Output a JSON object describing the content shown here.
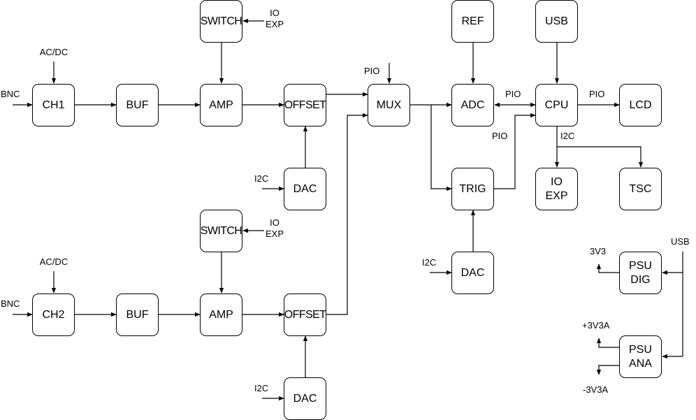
{
  "blocks": {
    "switch1": "SWITCH",
    "switch2": "SWITCH",
    "ch1": "CH1",
    "ch2": "CH2",
    "buf1": "BUF",
    "buf2": "BUF",
    "amp1": "AMP",
    "amp2": "AMP",
    "offset1": "OFFSET",
    "offset2": "OFFSET",
    "dac1": "DAC",
    "dac2": "DAC",
    "dac3": "DAC",
    "mux": "MUX",
    "ref": "REF",
    "adc": "ADC",
    "trig": "TRIG",
    "usb": "USB",
    "cpu": "CPU",
    "lcd": "LCD",
    "ioexp": "IO\nEXP",
    "tsc": "TSC",
    "psu_dig": "PSU\nDIG",
    "psu_ana": "PSU\nANA"
  },
  "labels": {
    "ioexp1": "IO\nEXP",
    "ioexp2": "IO\nEXP",
    "acdc1": "AC/DC",
    "acdc2": "AC/DC",
    "bnc1": "BNC",
    "bnc2": "BNC",
    "i2c_dac1": "I2C",
    "i2c_dac2": "I2C",
    "i2c_dac3": "I2C",
    "pio_mux": "PIO",
    "pio_adc_cpu": "PIO",
    "pio_trig": "PIO",
    "pio_lcd": "PIO",
    "i2c_cpu": "I2C",
    "usb_psu": "USB",
    "v3v3": "3V3",
    "p3v3a": "+3V3A",
    "m3v3a": "-3V3A"
  }
}
